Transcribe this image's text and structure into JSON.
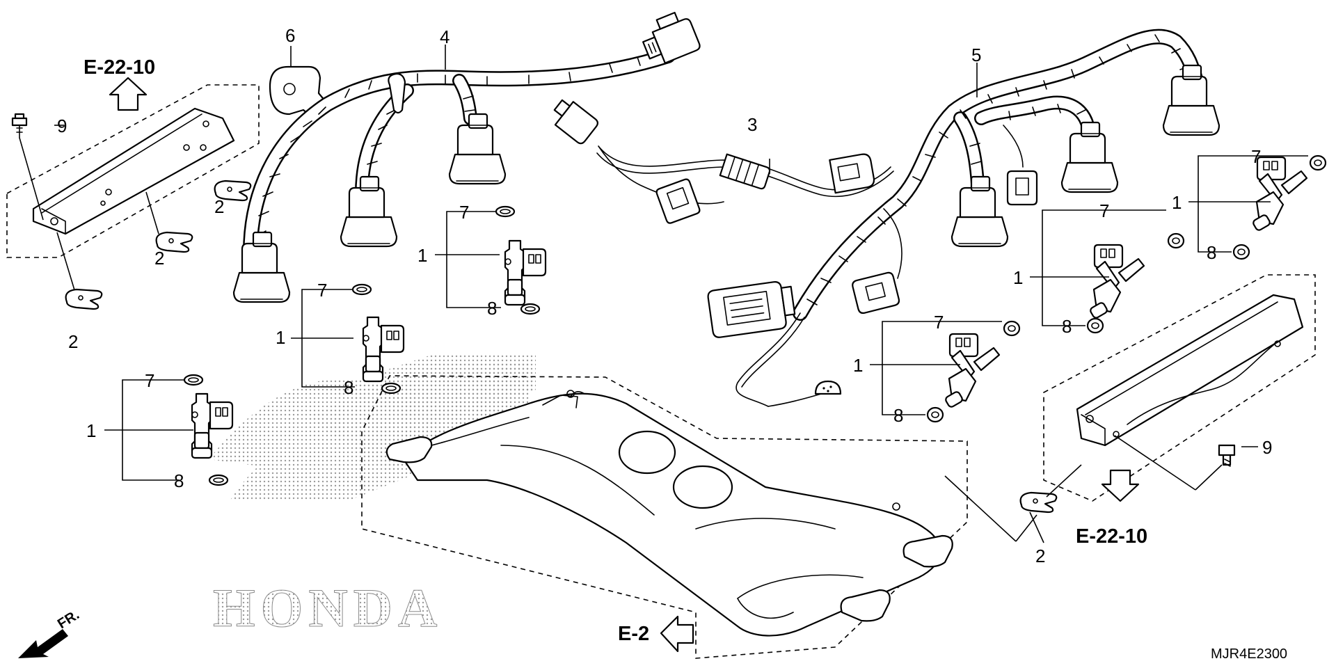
{
  "diagram": {
    "refs": {
      "fuel_rail_left": "E-22-10",
      "fuel_rail_right": "E-22-10",
      "intake": "E-2"
    },
    "callouts": {
      "injector": "1",
      "clip": "2",
      "sub_harness": "3",
      "harness_left": "4",
      "harness_right": "5",
      "holder": "6",
      "oring_upper": "7",
      "oring_lower": "8",
      "bolt": "9"
    },
    "watermark": "HONDA",
    "direction": "FR.",
    "code": "MJR4E2300"
  },
  "colors": {
    "line": "#000000",
    "watermark": "#bdbdbd",
    "background": "#ffffff"
  }
}
